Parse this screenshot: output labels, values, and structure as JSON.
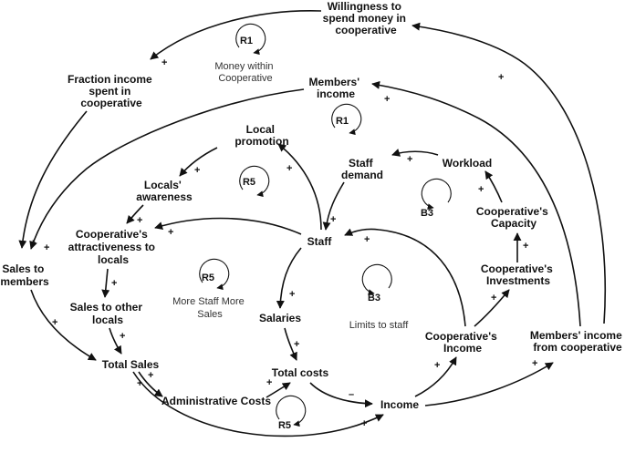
{
  "nodes": {
    "willingness": [
      "Willingness to",
      "spend money in",
      "cooperative"
    ],
    "fraction_income": [
      "Fraction income",
      "spent in",
      "cooperative"
    ],
    "members_income": [
      "Members'",
      "income"
    ],
    "local_promotion": [
      "Local",
      "promotion"
    ],
    "staff_demand": [
      "Staff",
      "demand"
    ],
    "workload": [
      "Workload"
    ],
    "locals_awareness": [
      "Locals'",
      "awareness"
    ],
    "coop_capacity": [
      "Cooperative's",
      "Capacity"
    ],
    "coop_attractiveness": [
      "Cooperative's",
      "attractiveness to",
      "locals"
    ],
    "staff": [
      "Staff"
    ],
    "sales_to_members": [
      "Sales to",
      "members"
    ],
    "coop_investments": [
      "Cooperative's",
      "Investments"
    ],
    "sales_other_locals": [
      "Sales to other",
      "locals"
    ],
    "salaries": [
      "Salaries"
    ],
    "coop_income": [
      "Cooperative's",
      "Income"
    ],
    "members_income_coop": [
      "Members' income",
      "from cooperative"
    ],
    "total_sales": [
      "Total Sales"
    ],
    "total_costs": [
      "Total costs"
    ],
    "admin_costs": [
      "Administrative Costs"
    ],
    "income": [
      "Income"
    ]
  },
  "loops": [
    {
      "id": "r1-top",
      "label": "R1"
    },
    {
      "id": "r1-members",
      "label": "R1"
    },
    {
      "id": "r5-promotion",
      "label": "R5"
    },
    {
      "id": "b3-capacity",
      "label": "B3"
    },
    {
      "id": "r5-sales",
      "label": "R5"
    },
    {
      "id": "b3-staff",
      "label": "B3"
    },
    {
      "id": "r5-costs",
      "label": "R5"
    }
  ],
  "notes": {
    "money_within": [
      "Money within",
      "Cooperative"
    ],
    "more_staff": [
      "More Staff More",
      "Sales"
    ],
    "limits_staff": [
      "Limits to staff"
    ]
  },
  "signs": {
    "plus": "+",
    "minus": "–"
  }
}
